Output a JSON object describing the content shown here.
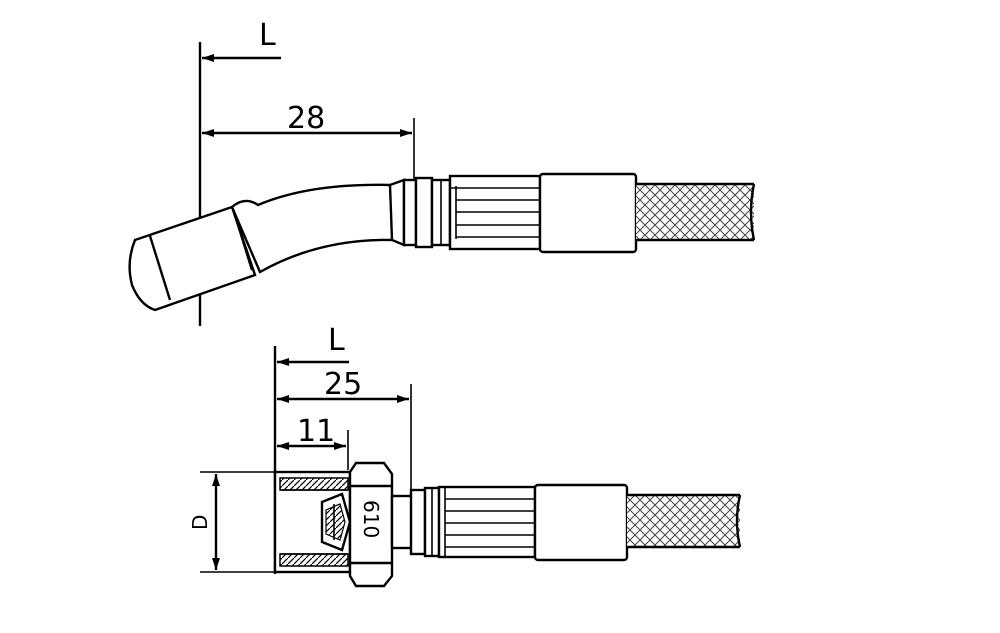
{
  "diagram": {
    "top_fitting": {
      "dim_L": "L",
      "dim_length": "28"
    },
    "bottom_fitting": {
      "dim_L": "L",
      "dim_length": "25",
      "dim_thread": "11",
      "dim_diameter": "D",
      "nut_marking": "610"
    }
  },
  "colors": {
    "line": "#000000",
    "background": "#ffffff"
  }
}
